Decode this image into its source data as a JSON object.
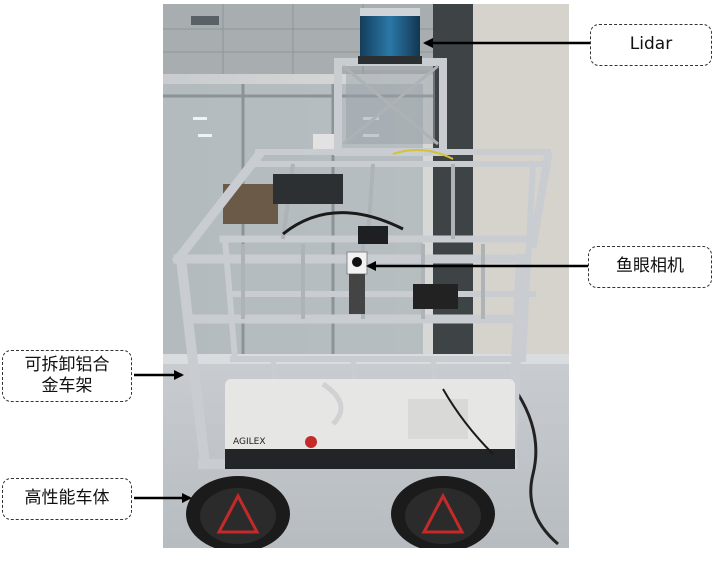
{
  "labels": {
    "lidar": "Lidar",
    "fisheye_camera": "鱼眼相机",
    "frame_line1": "可拆卸铝合",
    "frame_line2": "金车架",
    "chassis": "高性能车体"
  },
  "chassis_brand": "AGILEX",
  "colors": {
    "lidar_blue": "#1d5d86",
    "aluminum": "#c9ccd0",
    "wheel": "#1b1b1b",
    "triangle_red": "#c42a2a",
    "callout_border": "#333333",
    "arrow": "#000000"
  }
}
